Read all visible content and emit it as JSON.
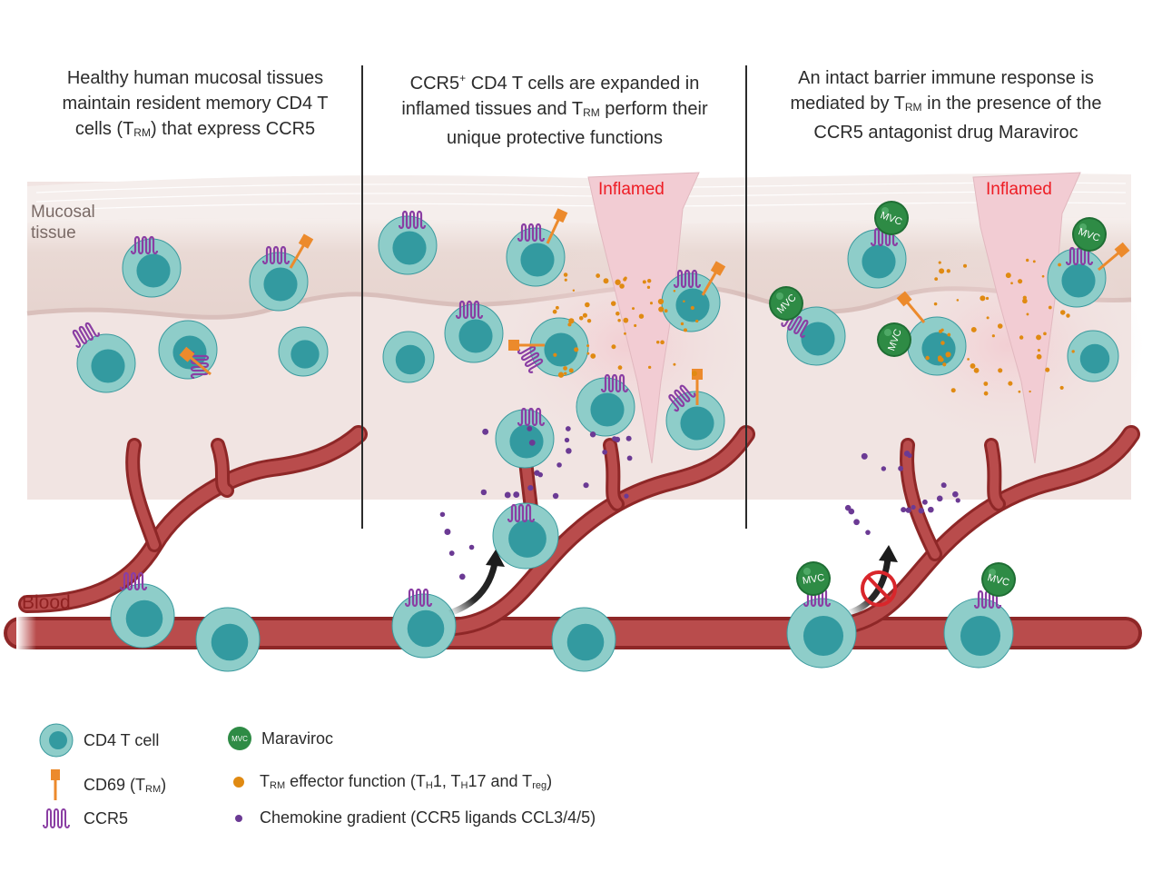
{
  "panels": [
    {
      "title_lines": [
        "Healthy human mucosal tissues",
        "maintain resident memory CD4 T"
      ],
      "title_line3_pre": "cells (T",
      "title_line3_sub": "RM",
      "title_line3_post": ") that express CCR5",
      "tissue_label_1": "Mucosal",
      "tissue_label_2": "tissue"
    },
    {
      "title_line1_pre": "CCR5",
      "title_line1_sup": "+",
      "title_line1_post": " CD4 T cells are expanded in",
      "title_line2_pre": "inflamed tissues and T",
      "title_line2_sub": "RM",
      "title_line2_post": " perform their",
      "title_line3": "unique protective functions",
      "inflamed_label": "Inflamed"
    },
    {
      "title_line1": "An intact barrier immune response is",
      "title_line2_pre": "mediated by T",
      "title_line2_sub": "RM",
      "title_line2_post": " in the presence of the",
      "title_line3": "CCR5 antagonist drug Maraviroc",
      "inflamed_label": "Inflamed"
    }
  ],
  "blood_label": "Blood",
  "drug_badge_text": "MVC",
  "legend": {
    "cd4_t_cell": "CD4 T cell",
    "maraviroc": "Maraviroc",
    "cd69_pre": "CD69 (T",
    "cd69_sub": "RM",
    "cd69_post": ")",
    "effector_pre": "T",
    "effector_sub1": "RM",
    "effector_mid1": " effector function (T",
    "effector_sub2": "H",
    "effector_mid2": "1, T",
    "effector_sub3": "H",
    "effector_mid3": "17 and T",
    "effector_sub4": "reg",
    "effector_post": ")",
    "ccr5": "CCR5",
    "chemokine": "Chemokine gradient (CCR5 ligands CCL3/4/5)"
  },
  "colors": {
    "cell_outer": "#8ecdc9",
    "cell_nucleus": "#339aa0",
    "cell_border": "#3a9a9e",
    "ccr5": "#8a3ea3",
    "cd69": "#ec8a2c",
    "maraviroc": "#2e8b45",
    "effector_dot": "#e08a12",
    "chemokine_dot": "#6b3a94",
    "vessel": "#b94c4c",
    "vessel_dark": "#8e2727",
    "inflamed_text": "#ee1c24",
    "blood_text": "#8e2020",
    "tissue_bg": "#f1e4e2",
    "inflamed_bg": "#f2ccd3",
    "block_red": "#d9262b"
  }
}
